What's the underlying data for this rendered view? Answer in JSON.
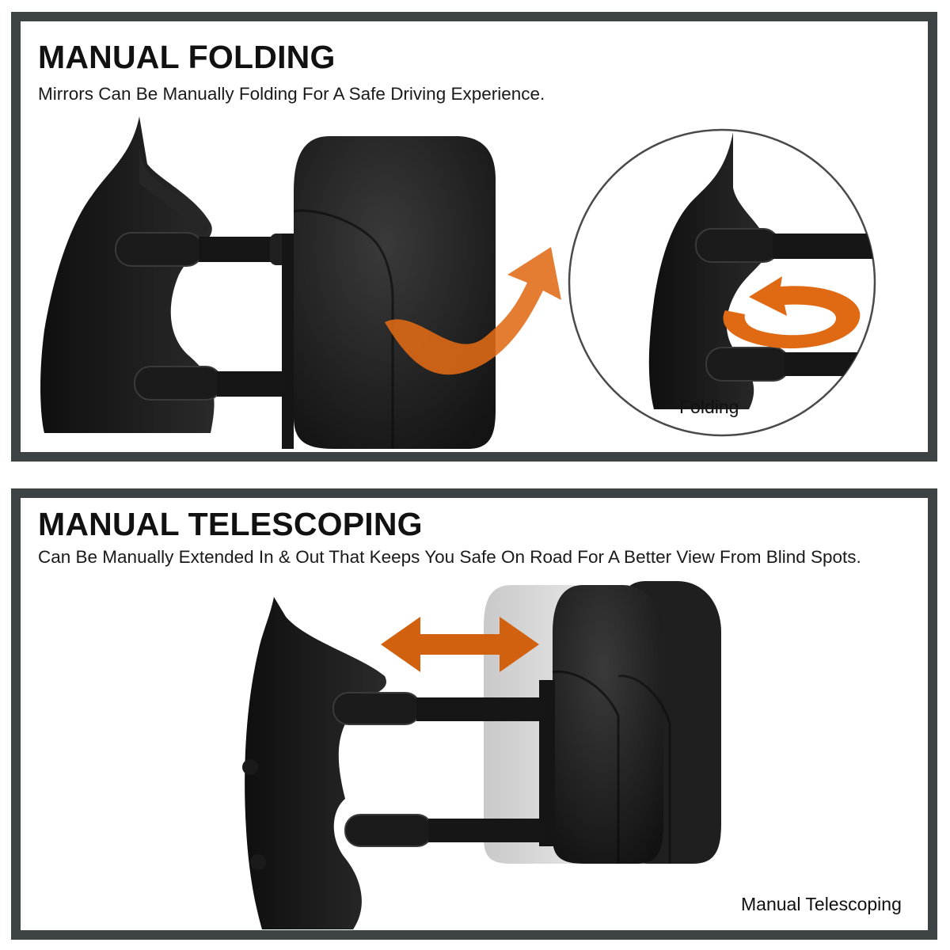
{
  "sections": [
    {
      "title": "MANUAL FOLDING",
      "description": "Mirrors Can Be Manually Folding For A Safe Driving Experience.",
      "caption": "Folding"
    },
    {
      "title": "MANUAL TELESCOPING",
      "description": "Can Be Manually Extended In & Out That Keeps You Safe On Road For A Better View From Blind Spots.",
      "caption": "Manual Telescoping"
    }
  ],
  "colors": {
    "frame": "#3d4345",
    "arrow_orange": "#e06a14",
    "mirror_black": "#1d1d1d"
  },
  "icons": [
    "curved-arrow-icon",
    "rotate-arrow-icon",
    "double-arrow-icon"
  ]
}
